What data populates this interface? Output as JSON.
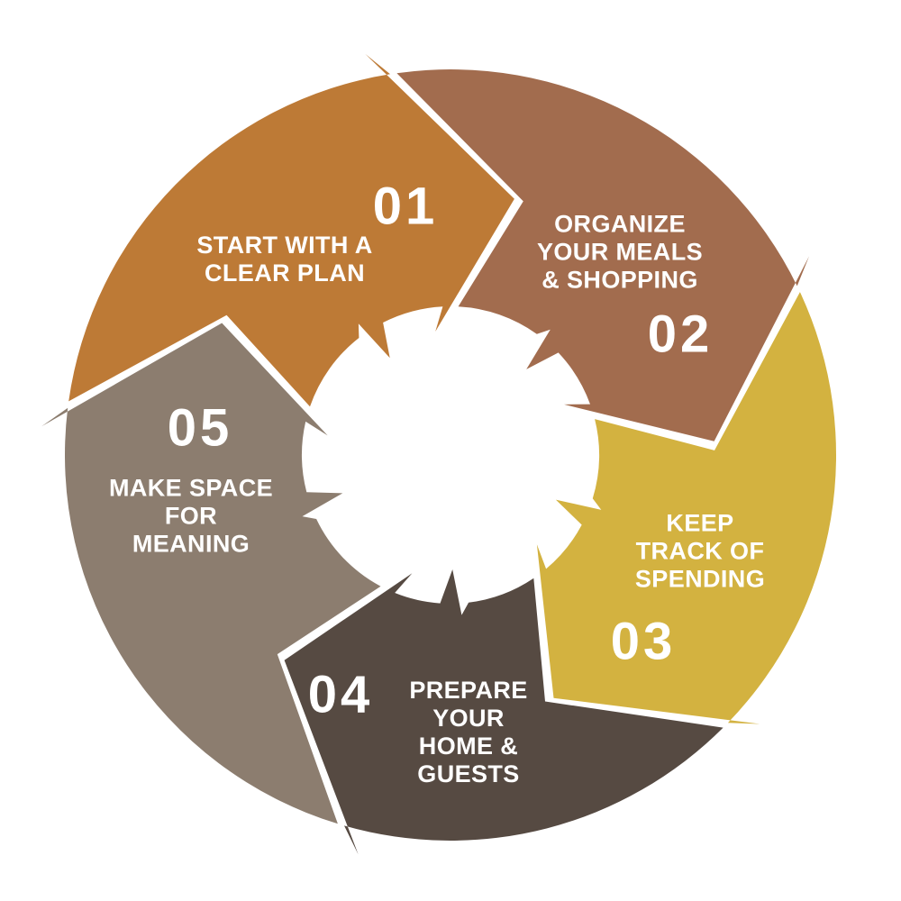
{
  "diagram": {
    "type": "cycle",
    "direction": "clockwise",
    "background": "#ffffff",
    "text_color": "#ffffff",
    "steps": [
      {
        "number": "01",
        "label_lines": [
          "START WITH A",
          "CLEAR PLAN"
        ],
        "color": "#bd7a36"
      },
      {
        "number": "02",
        "label_lines": [
          "ORGANIZE",
          "YOUR MEALS",
          "& SHOPPING"
        ],
        "color": "#a26c4e"
      },
      {
        "number": "03",
        "label_lines": [
          "KEEP",
          "TRACK OF",
          "SPENDING"
        ],
        "color": "#d3b240"
      },
      {
        "number": "04",
        "label_lines": [
          "PREPARE",
          "YOUR",
          "HOME &",
          "GUESTS"
        ],
        "color": "#564a42"
      },
      {
        "number": "05",
        "label_lines": [
          "MAKE SPACE",
          "FOR",
          "MEANING"
        ],
        "color": "#8c7d6f"
      }
    ]
  }
}
